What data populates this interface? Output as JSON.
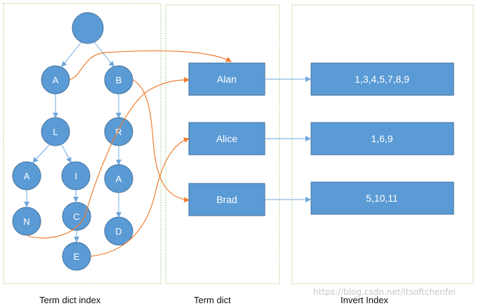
{
  "panels": {
    "term_dict_index": {
      "caption": "Term dict index"
    },
    "term_dict": {
      "caption": "Term dict"
    },
    "invert_index": {
      "caption": "Invert Index"
    }
  },
  "trie_nodes": {
    "root": "",
    "a": "A",
    "b": "B",
    "l": "L",
    "r": "R",
    "a2": "A",
    "i": "I",
    "a3": "A",
    "n": "N",
    "c": "C",
    "d": "D",
    "e": "E"
  },
  "terms": [
    {
      "label": "Alan",
      "postings": "1,3,4,5,7,8,9"
    },
    {
      "label": "Alice",
      "postings": "1,6,9"
    },
    {
      "label": "Brad",
      "postings": "5,10,11"
    }
  ],
  "watermark": "https://blog.csdn.net/itsoftchenfei",
  "colors": {
    "node_fill": "#5b9bd5",
    "node_stroke": "#41719c",
    "tree_edge": "#6fa8dc",
    "link_curve": "#ed7d31",
    "panel_border": "#a9d18e"
  }
}
